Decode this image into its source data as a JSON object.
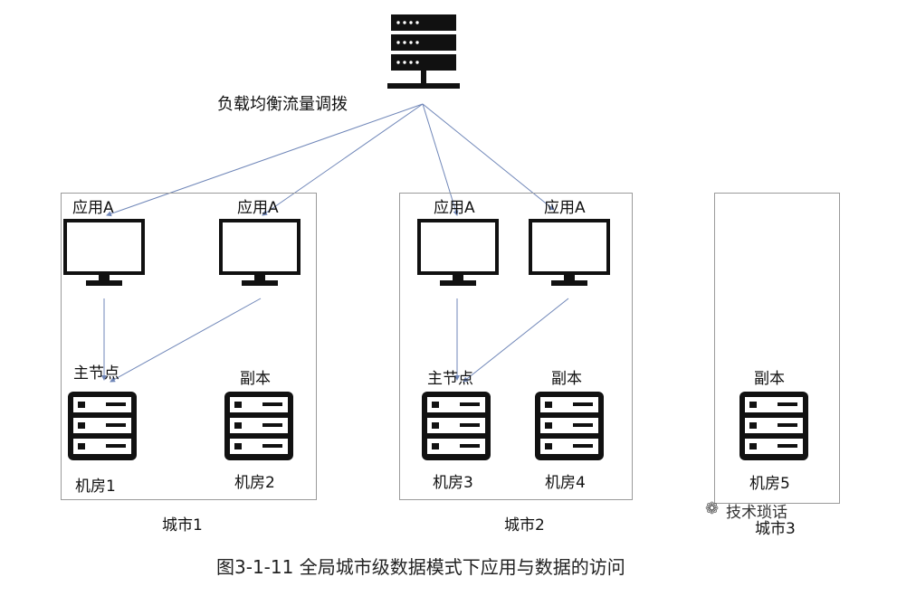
{
  "load_balancer": {
    "label": "负载均衡流量调拨",
    "icon": "server-icon"
  },
  "cities": [
    {
      "name": "城市1",
      "apps": [
        "应用A",
        "应用A"
      ],
      "nodes": [
        {
          "role": "主节点",
          "room": "机房1"
        },
        {
          "role": "副本",
          "room": "机房2"
        }
      ]
    },
    {
      "name": "城市2",
      "apps": [
        "应用A",
        "应用A"
      ],
      "nodes": [
        {
          "role": "主节点",
          "room": "机房3"
        },
        {
          "role": "副本",
          "room": "机房4"
        }
      ]
    },
    {
      "name": "城市3",
      "nodes": [
        {
          "role": "副本",
          "room": "机房5"
        }
      ]
    }
  ],
  "watermark": "技术琐话",
  "caption": "图3-1-11   全局城市级数据模式下应用与数据的访问",
  "colors": {
    "line": "#6f86b8",
    "icon": "#111111",
    "border": "#9a9a9a"
  }
}
